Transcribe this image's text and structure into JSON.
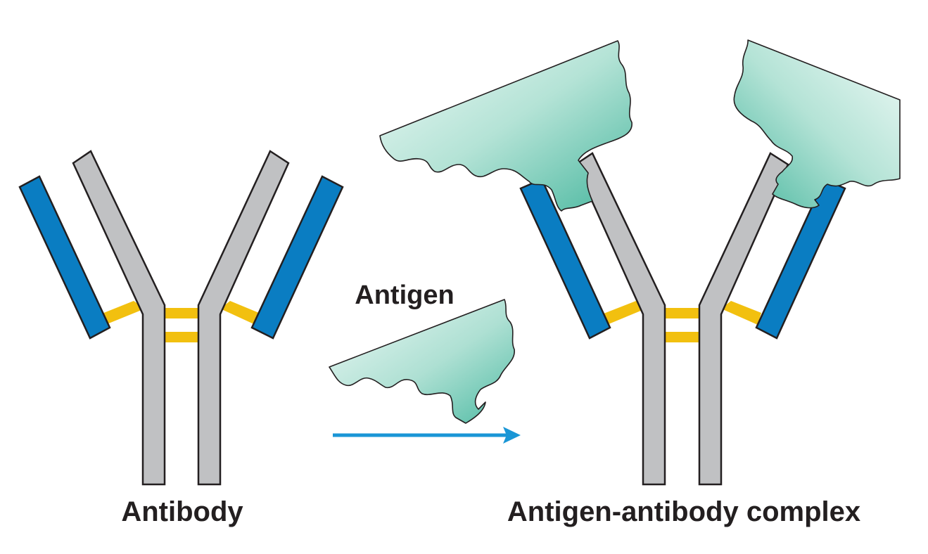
{
  "labels": {
    "antibody": "Antibody",
    "antigen": "Antigen",
    "complex": "Antigen-antibody complex"
  },
  "colors": {
    "heavy_chain": "#c0c1c3",
    "light_chain": "#0a7dc2",
    "disulfide_bridge": "#f2c00f",
    "antigen_light": "#e6f6f1",
    "antigen_dark": "#4fbba4",
    "arrow": "#1a96d6",
    "outline": "#231f20",
    "text": "#231f20"
  },
  "icons": {
    "arrow": "arrow-right-icon"
  }
}
